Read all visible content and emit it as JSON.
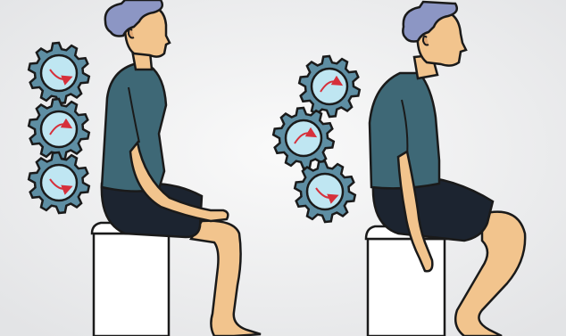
{
  "scene": {
    "description_visible_text": "",
    "palette": {
      "background_light": "#f6f6f6",
      "background_shade": "#e4e5e7",
      "shirt": "#3e6876",
      "shirt_shadow": "#2f5561",
      "shorts": "#1c2430",
      "skin": "#f2c48d",
      "skin_shadow": "#e0a874",
      "hair": "#8c96c4",
      "outline": "#1a1a1a",
      "stool": "#ffffff",
      "gear": "#5e8ea3",
      "gear_inner": "#bfe6f2",
      "arrow": "#d6303b"
    },
    "left_figure": {
      "posture": "upright",
      "gears": [
        {
          "rotation_hint": "clockwise"
        },
        {
          "rotation_hint": "counterclockwise"
        },
        {
          "rotation_hint": "clockwise"
        }
      ]
    },
    "right_figure": {
      "posture": "slouched",
      "gears": [
        {
          "rotation_hint": "counterclockwise"
        },
        {
          "rotation_hint": "counterclockwise"
        },
        {
          "rotation_hint": "clockwise"
        }
      ]
    }
  }
}
